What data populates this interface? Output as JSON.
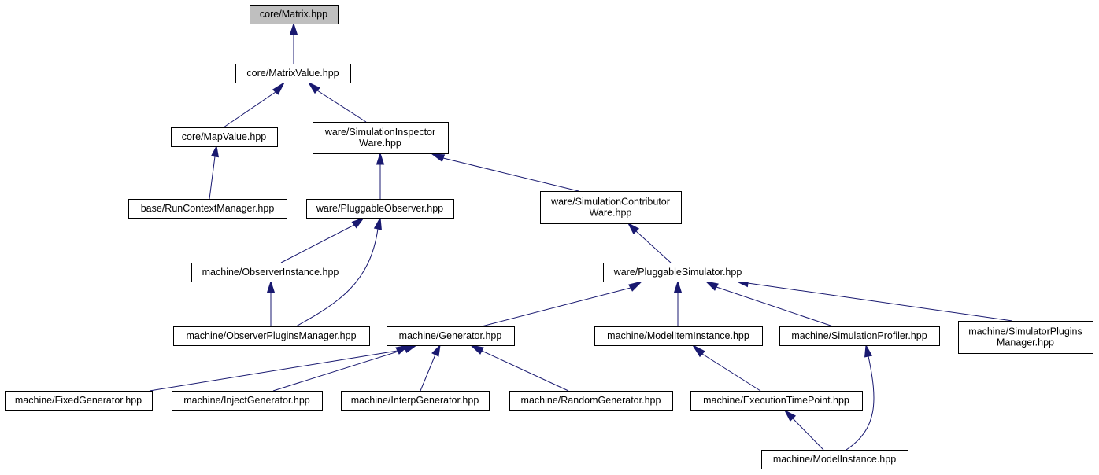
{
  "graph": {
    "nodes": [
      {
        "id": "matrix",
        "lines": [
          "core/Matrix.hpp"
        ],
        "root": true
      },
      {
        "id": "matrixvalue",
        "lines": [
          "core/MatrixValue.hpp"
        ]
      },
      {
        "id": "mapvalue",
        "lines": [
          "core/MapValue.hpp"
        ]
      },
      {
        "id": "siminspector",
        "lines": [
          "ware/SimulationInspector",
          "Ware.hpp"
        ]
      },
      {
        "id": "runcontext",
        "lines": [
          "base/RunContextManager.hpp"
        ]
      },
      {
        "id": "pluggableobserver",
        "lines": [
          "ware/PluggableObserver.hpp"
        ]
      },
      {
        "id": "simcontributor",
        "lines": [
          "ware/SimulationContributor",
          "Ware.hpp"
        ]
      },
      {
        "id": "observerinstance",
        "lines": [
          "machine/ObserverInstance.hpp"
        ]
      },
      {
        "id": "pluggablesimulator",
        "lines": [
          "ware/PluggableSimulator.hpp"
        ]
      },
      {
        "id": "observerplugins",
        "lines": [
          "machine/ObserverPluginsManager.hpp"
        ]
      },
      {
        "id": "generator",
        "lines": [
          "machine/Generator.hpp"
        ]
      },
      {
        "id": "modeliteminstance",
        "lines": [
          "machine/ModelItemInstance.hpp"
        ]
      },
      {
        "id": "simprofiler",
        "lines": [
          "machine/SimulationProfiler.hpp"
        ]
      },
      {
        "id": "simulatorplugins",
        "lines": [
          "machine/SimulatorPlugins",
          "Manager.hpp"
        ]
      },
      {
        "id": "fixedgen",
        "lines": [
          "machine/FixedGenerator.hpp"
        ]
      },
      {
        "id": "injectgen",
        "lines": [
          "machine/InjectGenerator.hpp"
        ]
      },
      {
        "id": "interpgen",
        "lines": [
          "machine/InterpGenerator.hpp"
        ]
      },
      {
        "id": "randomgen",
        "lines": [
          "machine/RandomGenerator.hpp"
        ]
      },
      {
        "id": "exectimepoint",
        "lines": [
          "machine/ExecutionTimePoint.hpp"
        ]
      },
      {
        "id": "modelinstance",
        "lines": [
          "machine/ModelInstance.hpp"
        ]
      }
    ],
    "edges": [
      {
        "from": "matrixvalue",
        "to": "matrix"
      },
      {
        "from": "mapvalue",
        "to": "matrixvalue"
      },
      {
        "from": "siminspector",
        "to": "matrixvalue"
      },
      {
        "from": "runcontext",
        "to": "mapvalue"
      },
      {
        "from": "pluggableobserver",
        "to": "siminspector"
      },
      {
        "from": "simcontributor",
        "to": "siminspector"
      },
      {
        "from": "observerinstance",
        "to": "pluggableobserver"
      },
      {
        "from": "observerplugins",
        "to": "pluggableobserver"
      },
      {
        "from": "observerplugins",
        "to": "observerinstance"
      },
      {
        "from": "pluggablesimulator",
        "to": "simcontributor"
      },
      {
        "from": "generator",
        "to": "pluggablesimulator"
      },
      {
        "from": "modeliteminstance",
        "to": "pluggablesimulator"
      },
      {
        "from": "simprofiler",
        "to": "pluggablesimulator"
      },
      {
        "from": "simulatorplugins",
        "to": "pluggablesimulator"
      },
      {
        "from": "fixedgen",
        "to": "generator"
      },
      {
        "from": "injectgen",
        "to": "generator"
      },
      {
        "from": "interpgen",
        "to": "generator"
      },
      {
        "from": "randomgen",
        "to": "generator"
      },
      {
        "from": "exectimepoint",
        "to": "modeliteminstance"
      },
      {
        "from": "modelinstance",
        "to": "exectimepoint"
      },
      {
        "from": "modelinstance",
        "to": "simprofiler"
      }
    ],
    "colors": {
      "edge": "#191970",
      "root_fill": "#bfbfbf",
      "node_fill": "#ffffff",
      "node_border": "#000000"
    }
  }
}
